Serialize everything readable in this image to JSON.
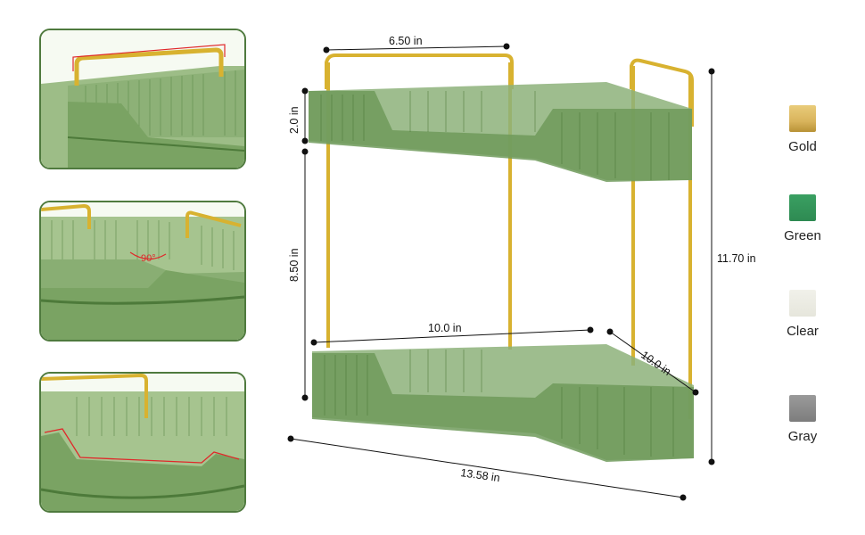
{
  "dimensions": {
    "top_width": "6.50 in",
    "tier_height": "2.0 in",
    "gap_height": "8.50 in",
    "total_height": "11.70 in",
    "bottom_front_width": "10.0 in",
    "bottom_side_depth": "10.0 in",
    "diagonal_width": "13.58 in"
  },
  "callouts": {
    "angle": "90°"
  },
  "swatches": [
    {
      "label": "Gold",
      "color": "#d9b45c"
    },
    {
      "label": "Green",
      "color": "#2e8a52"
    },
    {
      "label": "Clear",
      "color": "#e6e6dc"
    },
    {
      "label": "Gray",
      "color": "#7d7d7d"
    }
  ],
  "colors": {
    "frame_gold": "#d8b230",
    "tray_green": "#7ea86a",
    "thumb_border": "#4f7a3e",
    "highlight_red": "#e0282a"
  }
}
